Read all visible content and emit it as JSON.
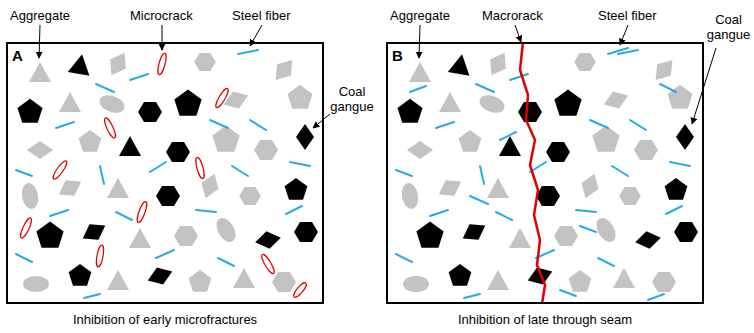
{
  "diagram": {
    "nodes": [
      {
        "text": [
          "A"
        ]
      },
      {
        "text": [
          "B"
        ]
      }
    ],
    "labels": [
      "Aggregate",
      "Microcrack",
      "Steel fiber",
      "Coal gangue",
      "Aggregate",
      "Macrorack",
      "Steel fiber",
      "Coal gangue",
      "Inhibition of early microfractures",
      "Inhibition of late through seam"
    ]
  }
}
